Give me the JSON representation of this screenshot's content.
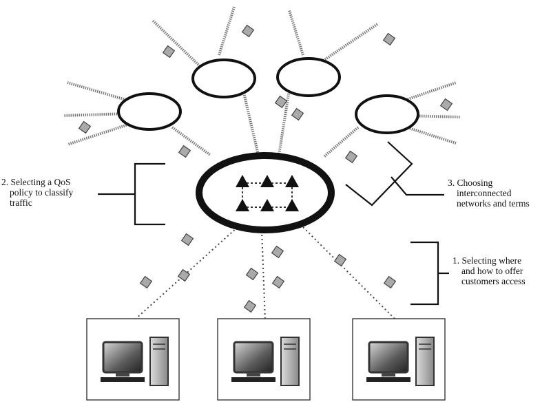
{
  "labels": {
    "qos": {
      "line1": "2. Selecting a QoS",
      "line2": "policy to classify",
      "line3": "traffic"
    },
    "networks": {
      "line1": "3. Choosing",
      "line2": "interconnected",
      "line3": "networks and terms"
    },
    "access": {
      "line1": "1. Selecting where",
      "line2": "and how to offer",
      "line3": "customers access"
    }
  },
  "nodes": {
    "core_network": "core-network",
    "peer_networks": [
      "peer-network-left",
      "peer-network-top-left",
      "peer-network-top-right",
      "peer-network-right"
    ],
    "customers": [
      "customer-site-left",
      "customer-site-center",
      "customer-site-right"
    ]
  }
}
